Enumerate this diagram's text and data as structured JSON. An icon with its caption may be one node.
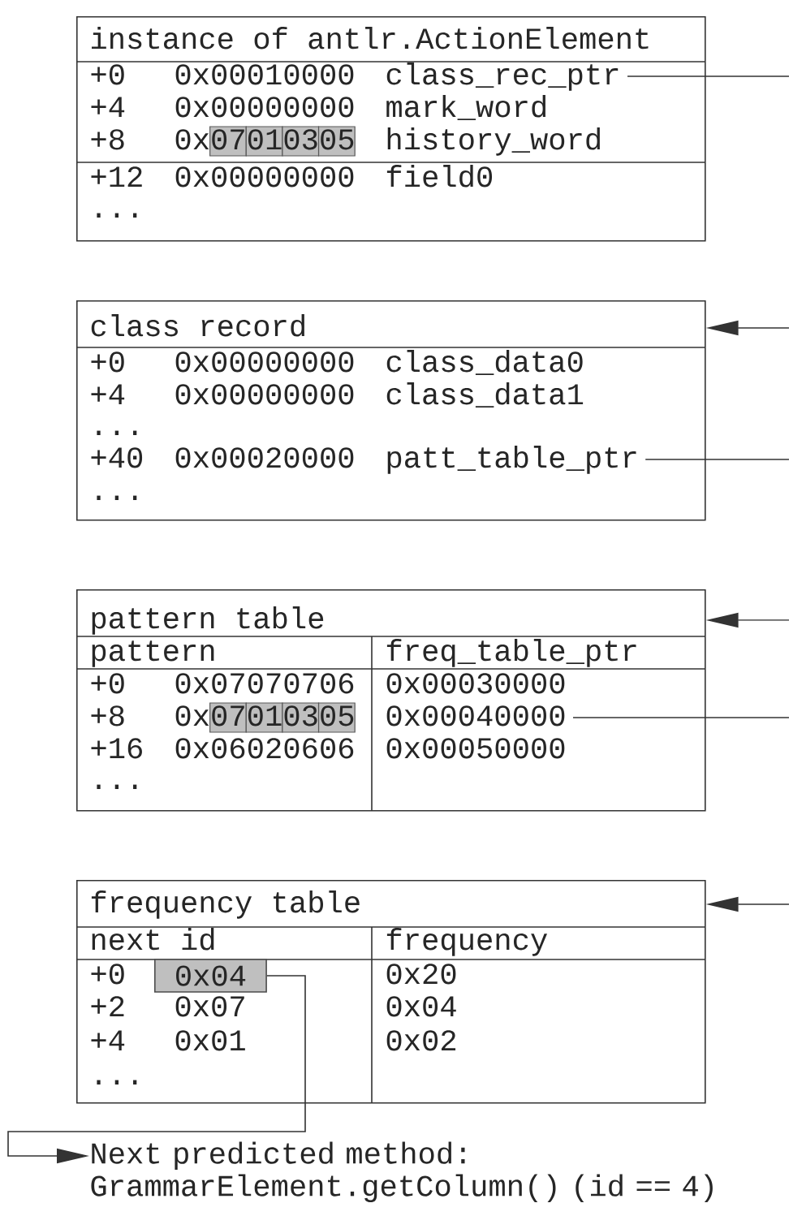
{
  "diagram": {
    "nodes": [
      {
        "text": [
          "instance of antlr.ActionElement"
        ]
      },
      {
        "text": [
          "+0",
          "0x00010000",
          "class_rec_ptr"
        ],
        "in": 0
      },
      {
        "text": [
          "+4",
          "0x00000000",
          "mark_word"
        ],
        "in": 0
      },
      {
        "text": [
          "+8",
          "0x07010305",
          "history_word"
        ],
        "in": 0
      },
      {
        "text": [
          "+12",
          "0x00000000",
          "field0"
        ],
        "in": 0
      },
      {
        "text": [
          "..."
        ],
        "in": 0
      },
      {
        "text": [
          "class record"
        ]
      },
      {
        "text": [
          "+0",
          "0x00000000",
          "class_data0"
        ],
        "in": 6
      },
      {
        "text": [
          "+4",
          "0x00000000",
          "class_data1"
        ],
        "in": 6
      },
      {
        "text": [
          "..."
        ],
        "in": 6
      },
      {
        "text": [
          "+40",
          "0x00020000",
          "patt_table_ptr"
        ],
        "in": 6
      },
      {
        "text": [
          "..."
        ],
        "in": 6
      },
      {
        "text": [
          "pattern table"
        ]
      },
      {
        "text": [
          "pattern",
          "freq_table_ptr"
        ],
        "in": 12
      },
      {
        "text": [
          "+0",
          "0x07070706",
          "0x00030000"
        ],
        "in": 12
      },
      {
        "text": [
          "+8",
          "0x07010305",
          "0x00040000"
        ],
        "in": 12
      },
      {
        "text": [
          "+16",
          "0x06020606",
          "0x00050000"
        ],
        "in": 12
      },
      {
        "text": [
          "..."
        ],
        "in": 12
      },
      {
        "text": [
          "frequency table"
        ]
      },
      {
        "text": [
          "next id",
          "frequency"
        ],
        "in": 18
      },
      {
        "text": [
          "+0",
          "0x20"
        ],
        "in": 18
      },
      {
        "text": [
          "0x04"
        ],
        "in": 20
      },
      {
        "text": [
          "+2",
          "0x07",
          "0x04"
        ],
        "in": 18
      },
      {
        "text": [
          "+4",
          "0x01",
          "0x02"
        ],
        "in": 18
      },
      {
        "text": [
          "..."
        ],
        "in": 18
      },
      {
        "text": [
          "Next predicted method: GrammarElement.getColumn() (id == 4)"
        ]
      }
    ],
    "edges": [
      {
        "from": 1,
        "to": null,
        "arrow": "none"
      },
      {
        "from": null,
        "to": 6,
        "arrow": "to"
      },
      {
        "from": 10,
        "to": null,
        "arrow": "none"
      },
      {
        "from": null,
        "to": 12,
        "arrow": "to"
      },
      {
        "from": 15,
        "to": null,
        "arrow": "none"
      },
      {
        "from": null,
        "to": 18,
        "arrow": "to"
      },
      {
        "from": 21,
        "to": 25,
        "arrow": "to"
      }
    ]
  }
}
